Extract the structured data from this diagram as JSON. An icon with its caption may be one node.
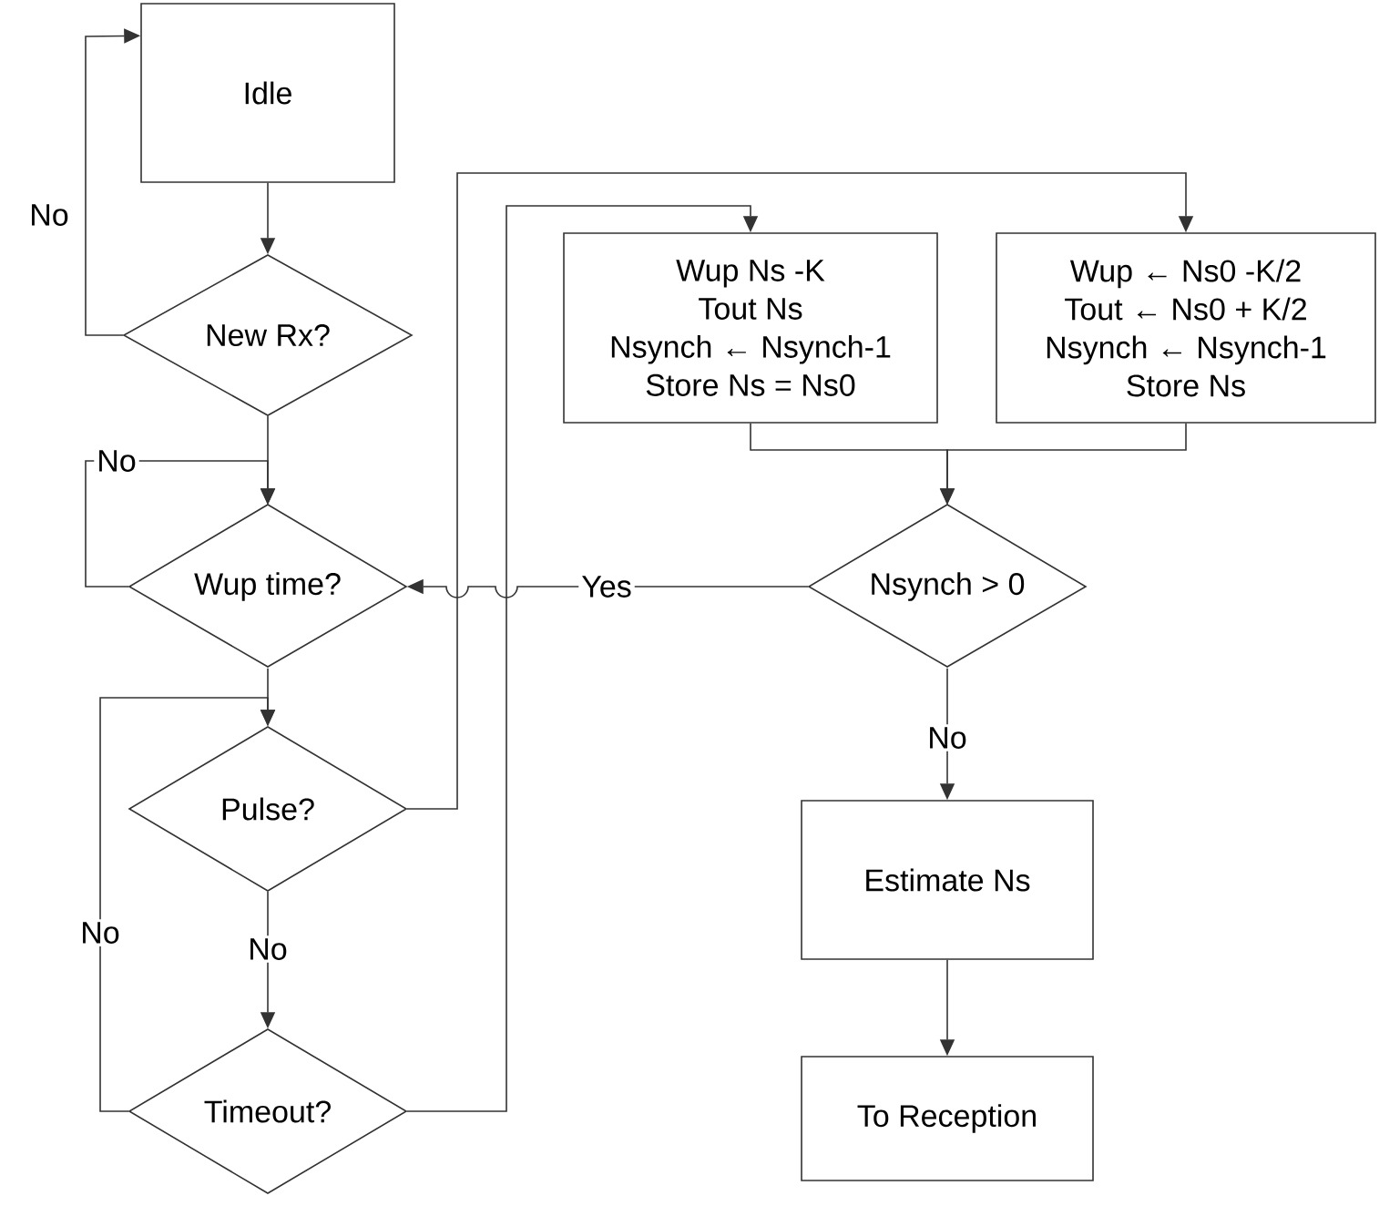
{
  "diagram": {
    "nodes": [
      {
        "text": [
          "Idle"
        ]
      },
      {
        "text": [
          "New Rx?"
        ]
      },
      {
        "text": [
          "Wup  Ns -K",
          "Tout  Ns",
          "Nsynch ← Nsynch-1",
          "Store Ns = Ns0"
        ]
      },
      {
        "text": [
          "Wup ← Ns0 -K/2",
          "Tout ← Ns0 + K/2",
          "Nsynch ← Nsynch-1",
          "Store Ns"
        ]
      },
      {
        "text": [
          "Wup time?"
        ]
      },
      {
        "text": [
          "Nsynch > 0"
        ]
      },
      {
        "text": [
          "Pulse?"
        ]
      },
      {
        "text": [
          "Estimate Ns"
        ]
      },
      {
        "text": [
          "Timeout?"
        ]
      },
      {
        "text": [
          "To Reception"
        ]
      }
    ],
    "edges": [
      {
        "from": 0,
        "to": 1,
        "arrow": "to"
      },
      {
        "from": 1,
        "to": 0,
        "arrow": "to",
        "label": "No"
      },
      {
        "from": 1,
        "to": 4,
        "arrow": "to"
      },
      {
        "from": 4,
        "to": 4,
        "arrow": "to",
        "label": "No"
      },
      {
        "from": 4,
        "to": 6,
        "arrow": "to"
      },
      {
        "from": 6,
        "to": 3,
        "arrow": "to"
      },
      {
        "from": 8,
        "to": 2,
        "arrow": "to"
      },
      {
        "from": 6,
        "to": 8,
        "arrow": "to",
        "label": "No"
      },
      {
        "from": 8,
        "to": 6,
        "arrow": "to",
        "label": "No"
      },
      {
        "from": 2,
        "to": 5,
        "arrow": "to"
      },
      {
        "from": 3,
        "to": 5,
        "arrow": "to"
      },
      {
        "from": 5,
        "to": 4,
        "arrow": "to",
        "label": "Yes"
      },
      {
        "from": 5,
        "to": 7,
        "arrow": "to",
        "label": "No"
      },
      {
        "from": 7,
        "to": 9,
        "arrow": "to"
      }
    ]
  }
}
